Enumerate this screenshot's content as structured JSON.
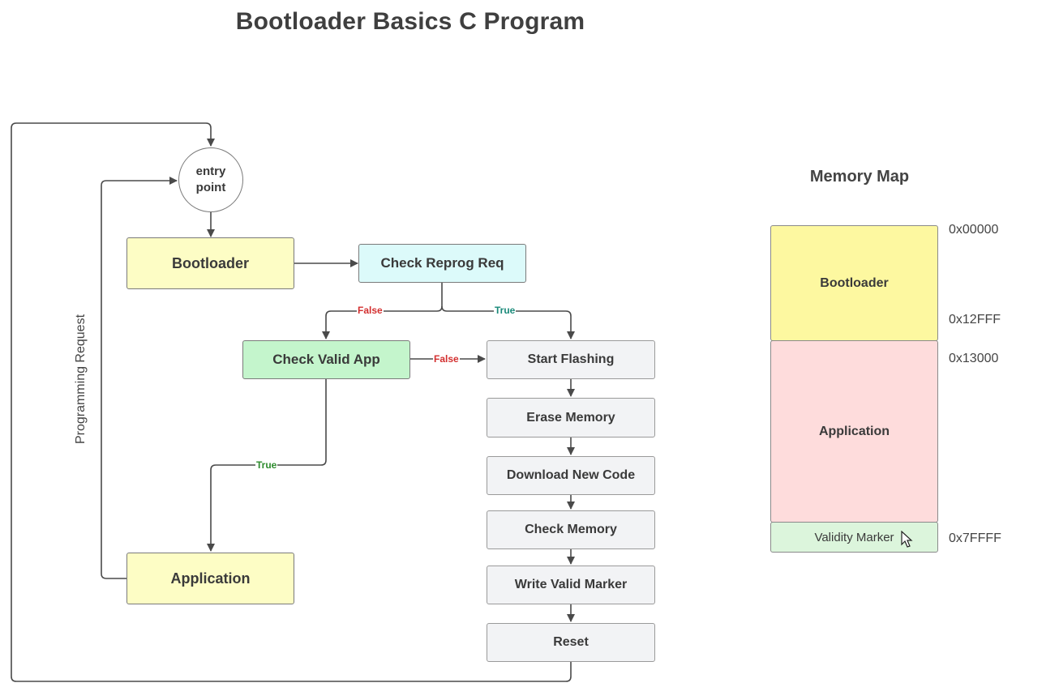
{
  "title": "Bootloader Basics C Program",
  "flow": {
    "entry": "entry\npoint",
    "bootloader": "Bootloader",
    "check_reprog": "Check Reprog Req",
    "check_valid_app": "Check Valid App",
    "application": "Application",
    "start_flashing": "Start Flashing",
    "erase_memory": "Erase Memory",
    "download_code": "Download New Code",
    "check_memory": "Check Memory",
    "write_marker": "Write Valid Marker",
    "reset": "Reset",
    "programming_request": "Programming Request",
    "labels": {
      "reprog_false": "False",
      "reprog_true": "True",
      "valid_false": "False",
      "valid_true": "True"
    }
  },
  "memory_map": {
    "title": "Memory Map",
    "segments": [
      {
        "label": "Bootloader",
        "color": "#fdf8a0"
      },
      {
        "label": "Application",
        "color": "#fedcdc"
      },
      {
        "label": "Validity Marker",
        "color": "#dcf5dc"
      }
    ],
    "addresses": [
      "0x00000",
      "0x12FFF",
      "0x13000",
      "0x7FFFF"
    ]
  },
  "colors": {
    "node_yellow": "#fdfdc5",
    "node_cyan": "#dcfafa",
    "node_green": "#c4f5cc",
    "node_grey": "#f2f3f5",
    "line": "#4a4a4a"
  }
}
